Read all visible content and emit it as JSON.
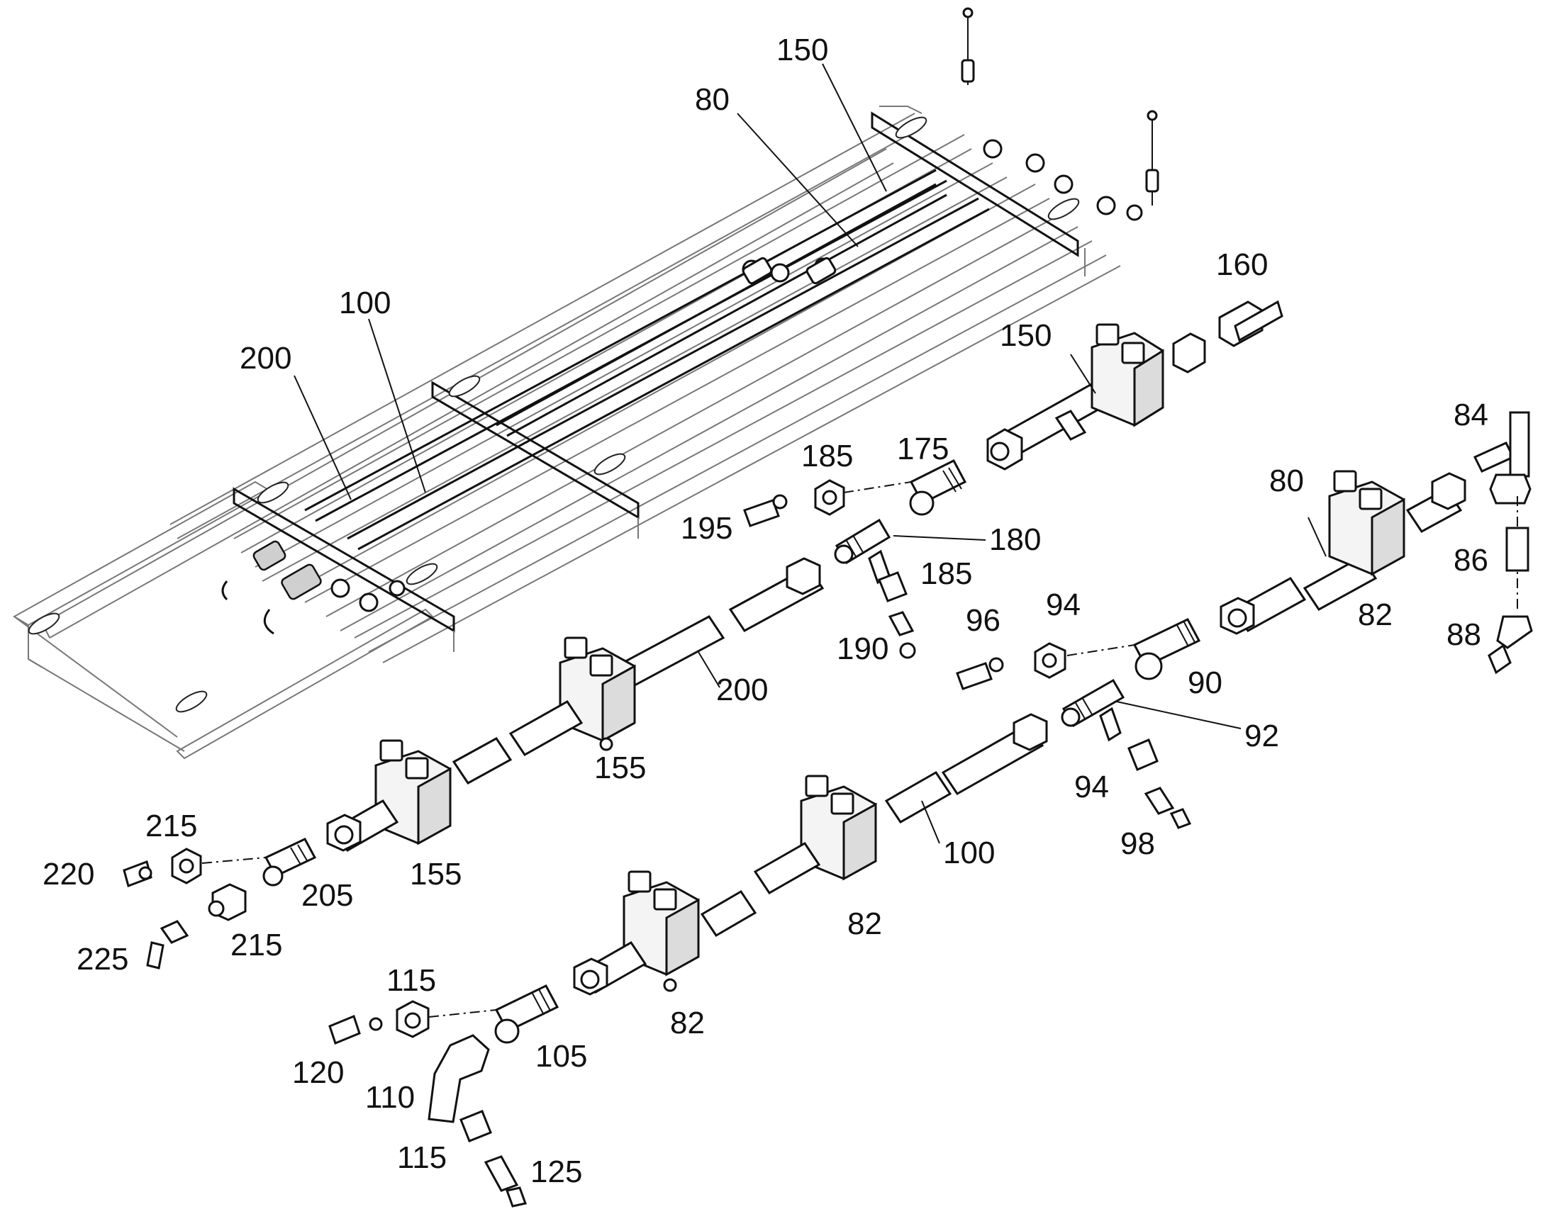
{
  "figure": {
    "labels": {
      "l150a": "150",
      "l80a": "80",
      "l100a": "100",
      "l200a": "200",
      "l160": "160",
      "l150b": "150",
      "l185a": "185",
      "l175": "175",
      "l195": "195",
      "l180": "180",
      "l185b": "185",
      "l190": "190",
      "l84": "84",
      "l80b": "80",
      "l86": "86",
      "l82a": "82",
      "l88": "88",
      "l96": "96",
      "l94a": "94",
      "l90": "90",
      "l92": "92",
      "l94b": "94",
      "l98": "98",
      "l200b": "200",
      "l155a": "155",
      "l215a": "215",
      "l220": "220",
      "l205": "205",
      "l155b": "155",
      "l225": "225",
      "l215b": "215",
      "l100b": "100",
      "l82b": "82",
      "l115a": "115",
      "l82c": "82",
      "l120": "120",
      "l105": "105",
      "l110": "110",
      "l115b": "115",
      "l125": "125"
    }
  }
}
